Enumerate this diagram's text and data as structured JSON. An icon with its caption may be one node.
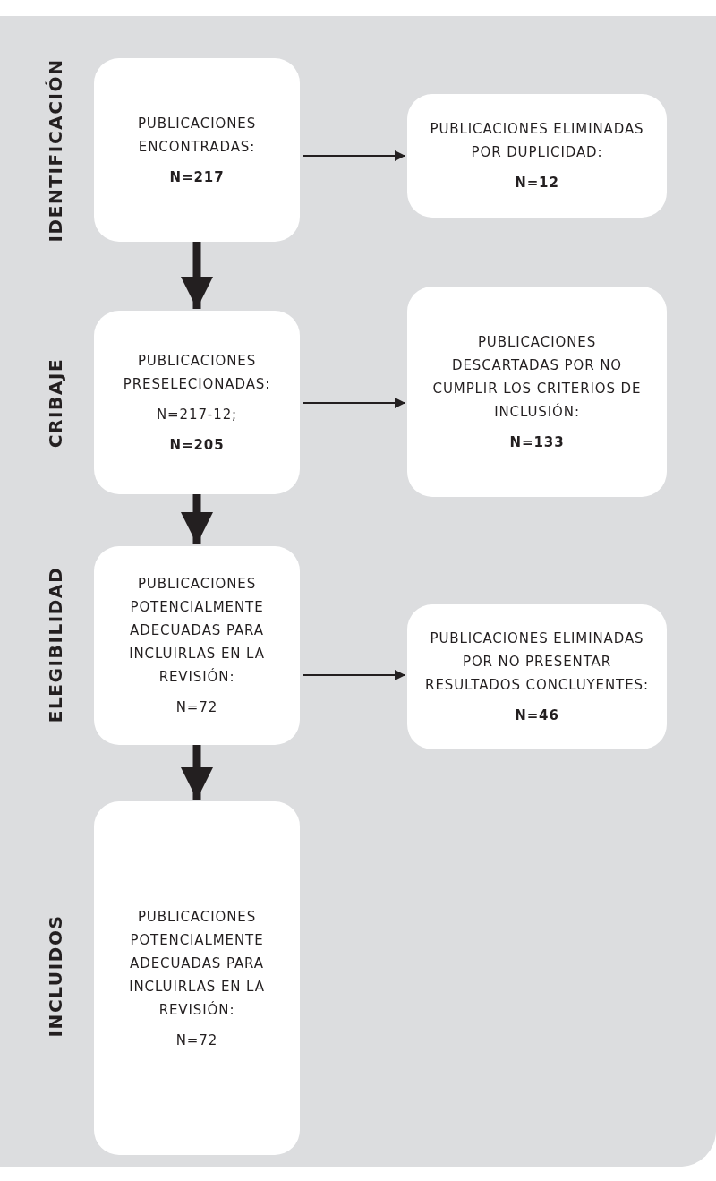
{
  "diagram": {
    "nodes": [
      {
        "text": [
          "PUBLICACIONES ENCONTRADAS:",
          "**N=217**"
        ]
      },
      {
        "text": [
          "PUBLICACIONES ELIMINADAS POR DUPLICIDAD:",
          "**N=12**"
        ]
      },
      {
        "text": [
          "PUBLICACIONES PRESELECIONADAS:",
          "N=217-12;",
          "**N=205**"
        ]
      },
      {
        "text": [
          "PUBLICACIONES DESCARTADAS POR NO CUMPLIR LOS CRITERIOS DE INCLUSIÓN:",
          "**N=133**"
        ]
      },
      {
        "text": [
          "PUBLICACIONES POTENCIALMENTE ADECUADAS PARA INCLUIRLAS EN LA REVISIÓN:",
          "N=72"
        ]
      },
      {
        "text": [
          "PUBLICACIONES ELIMINADAS POR NO PRESENTAR RESULTADOS CONCLUYENTES:",
          "**N=46**"
        ]
      },
      {
        "text": [
          "PUBLICACIONES POTENCIALMENTE ADECUADAS PARA INCLUIRLAS EN LA REVISIÓN:",
          "N=72"
        ]
      }
    ],
    "edges": [
      {
        "from": 0,
        "to": 1,
        "arrow": "to"
      },
      {
        "from": 0,
        "to": 2,
        "arrow": "to",
        "style": "thick"
      },
      {
        "from": 2,
        "to": 3,
        "arrow": "to"
      },
      {
        "from": 2,
        "to": 4,
        "arrow": "to",
        "style": "thick"
      },
      {
        "from": 4,
        "to": 5,
        "arrow": "to"
      },
      {
        "from": 4,
        "to": 6,
        "arrow": "to",
        "style": "thick"
      }
    ],
    "labels": [
      "IDENTIFICACIÓN",
      "CRIBAJE",
      "ELEGIBILIDAD",
      "INCLUIDOS"
    ]
  }
}
